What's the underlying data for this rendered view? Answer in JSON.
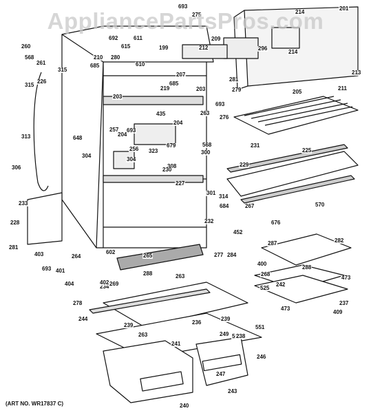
{
  "watermark": "AppliancePartsPros.com",
  "art_no": "(ART NO. WR17837 C)",
  "part_labels": [
    "693",
    "275",
    "214",
    "201",
    "260",
    "615",
    "692",
    "611",
    "199",
    "209",
    "296",
    "568",
    "261",
    "315",
    "685",
    "280",
    "210",
    "610",
    "212",
    "214",
    "315",
    "226",
    "207",
    "281",
    "279",
    "213",
    "211",
    "219",
    "685",
    "203",
    "203",
    "205",
    "693",
    "435",
    "204",
    "263",
    "276",
    "313",
    "257",
    "693",
    "204",
    "648",
    "256",
    "300",
    "568",
    "304",
    "679",
    "323",
    "231",
    "225",
    "304",
    "308",
    "229",
    "230",
    "227",
    "306",
    "301",
    "314",
    "233",
    "684",
    "267",
    "570",
    "232",
    "228",
    "452",
    "676",
    "281",
    "403",
    "602",
    "277",
    "284",
    "282",
    "693",
    "401",
    "265",
    "264",
    "288",
    "287",
    "288",
    "400",
    "404",
    "234",
    "269",
    "263",
    "268",
    "242",
    "525",
    "402",
    "473",
    "278",
    "473",
    "237",
    "409",
    "244",
    "236",
    "263",
    "239",
    "239",
    "249",
    "551",
    "551",
    "241",
    "238",
    "240",
    "246",
    "247",
    "243"
  ]
}
